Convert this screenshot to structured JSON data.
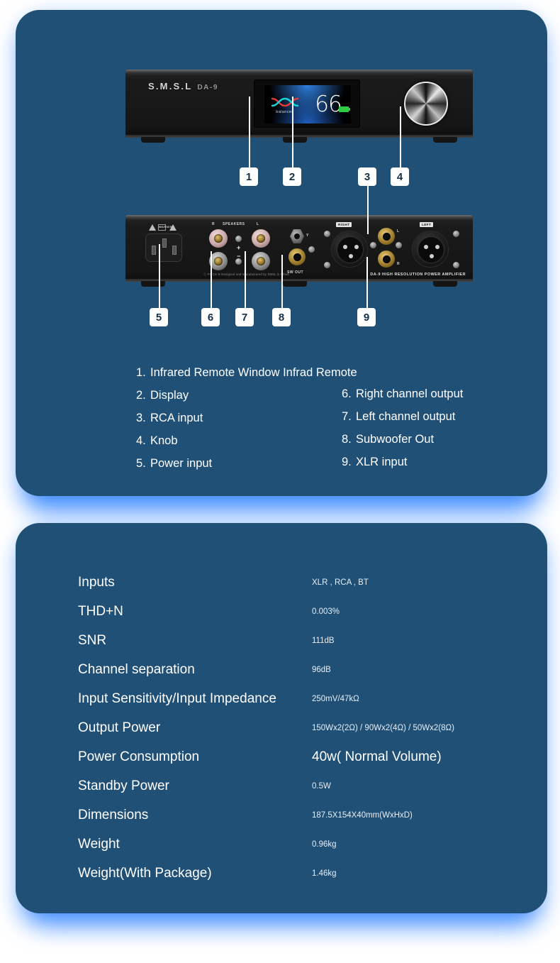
{
  "theme": {
    "panel_bg": "#215076",
    "glow": "#3d8bff",
    "text": "#ffffff",
    "callout_text": "#13304a",
    "accent_green": "#2ecc40",
    "gold": "#e8c977"
  },
  "device": {
    "brand": "S.M.S.L",
    "model": "DA-9",
    "display": {
      "volume": "66",
      "mode_label": "balanced",
      "indicator": "battery-indicator"
    },
    "rear_labels": {
      "warning": "WARNING",
      "speakers": "SPEAKERS",
      "speaker_r": "R",
      "speaker_l": "L",
      "plus": "+",
      "minus": "−",
      "sw_out": "SW OUT",
      "antenna": "Y",
      "xlr_right": "RIGHT",
      "xlr_left": "LEFT",
      "rca_l": "L",
      "rca_r": "R",
      "cert": "ⓒ FC C€ ✇  Designed and manufactured by SMSL in China",
      "model_strip": "DA-9  HIGH RESOLUTION POWER AMPLIFIER"
    }
  },
  "callouts": [
    {
      "n": "1"
    },
    {
      "n": "2"
    },
    {
      "n": "3"
    },
    {
      "n": "4"
    },
    {
      "n": "5"
    },
    {
      "n": "6"
    },
    {
      "n": "7"
    },
    {
      "n": "8"
    },
    {
      "n": "9"
    }
  ],
  "legend": {
    "left": [
      {
        "num": "1.",
        "text": "Infrared Remote Window Infrad Remote"
      },
      {
        "num": "2.",
        "text": "Display"
      },
      {
        "num": "3.",
        "text": "RCA input"
      },
      {
        "num": "4.",
        "text": "Knob"
      },
      {
        "num": "5.",
        "text": "Power input"
      }
    ],
    "right": [
      {
        "num": "6.",
        "text": "Right channel output"
      },
      {
        "num": "7.",
        "text": "Left channel output"
      },
      {
        "num": "8.",
        "text": "Subwoofer Out"
      },
      {
        "num": "9.",
        "text": "XLR input"
      }
    ]
  },
  "specs": [
    {
      "label": "Inputs",
      "value": "XLR , RCA , BT",
      "big": false
    },
    {
      "label": "THD+N",
      "value": "0.003%",
      "big": false
    },
    {
      "label": "SNR",
      "value": "111dB",
      "big": false
    },
    {
      "label": "Channel separation",
      "value": "96dB",
      "big": false
    },
    {
      "label": "Input Sensitivity/Input Impedance",
      "value": "250mV/47kΩ",
      "big": false
    },
    {
      "label": "Output Power",
      "value": "150Wx2(2Ω) / 90Wx2(4Ω) / 50Wx2(8Ω)",
      "big": false
    },
    {
      "label": "Power Consumption",
      "value": "40w( Normal Volume)",
      "big": true
    },
    {
      "label": "Standby Power",
      "value": "0.5W",
      "big": false
    },
    {
      "label": "Dimensions",
      "value": "187.5X154X40mm(WxHxD)",
      "big": false
    },
    {
      "label": "Weight",
      "value": "0.96kg",
      "big": false
    },
    {
      "label": "Weight(With Package)",
      "value": "1.46kg",
      "big": false
    }
  ]
}
